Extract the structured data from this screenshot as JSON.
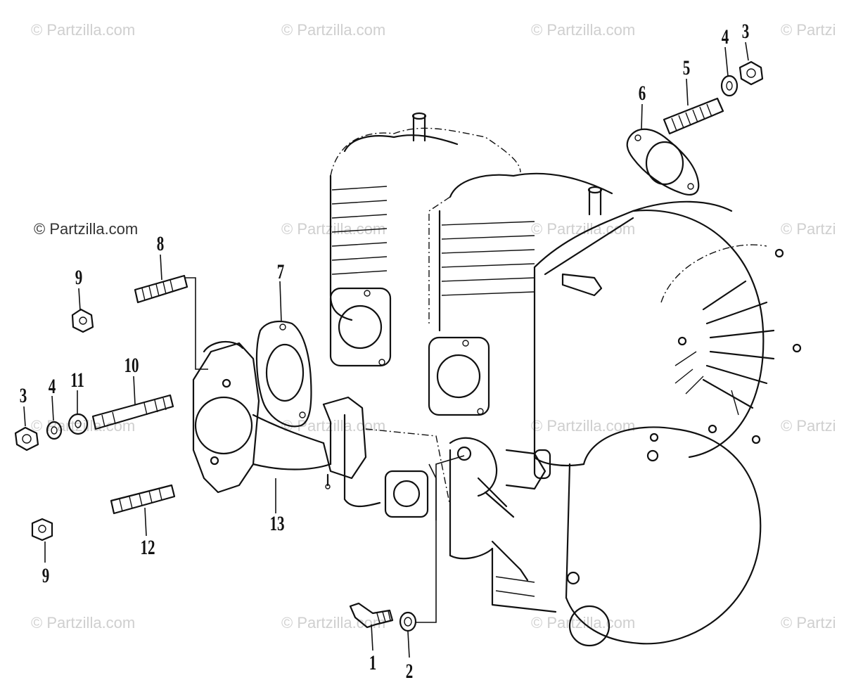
{
  "watermarks": [
    "© Partzilla.com",
    "© Partzilla.com",
    "© Partzilla.com",
    "© Partzi",
    "© Partzilla.com",
    "© Partzilla.com",
    "© Partzilla.com",
    "© Partzi",
    "© Partzilla.com",
    "© Partzilla.com",
    "© Partzilla.com",
    "© Partzi",
    "© Partzilla.com",
    "© Partzilla.com",
    "© Partzilla.com",
    "© Partzi"
  ],
  "callouts": [
    "3",
    "4",
    "5",
    "6",
    "8",
    "9",
    "7",
    "10",
    "11",
    "3",
    "4",
    "13",
    "12",
    "9",
    "1",
    "2"
  ]
}
